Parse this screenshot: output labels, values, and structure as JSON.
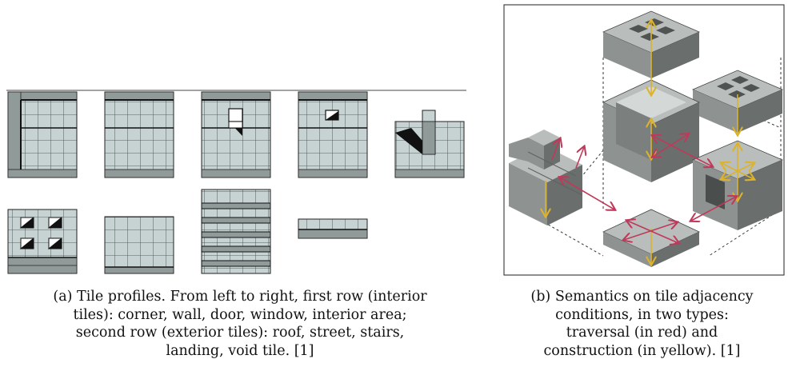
{
  "figure": {
    "panel_a": {
      "caption_lines": [
        "(a) Tile profiles. From left to right, first row (interior",
        "tiles): corner, wall, door, window, interior area;",
        "second row (exterior tiles): roof, street, stairs,",
        "landing, void tile. [1]"
      ],
      "tiles_row1": [
        "corner",
        "wall",
        "door",
        "window",
        "interior area"
      ],
      "tiles_row2": [
        "roof",
        "street",
        "stairs",
        "landing",
        "void tile"
      ]
    },
    "panel_b": {
      "caption_lines": [
        "(b) Semantics on tile adjacency",
        "conditions, in two types:",
        "traversal (in red) and",
        "construction (in yellow). [1]"
      ],
      "traversal_color": "#c0395a",
      "construction_color": "#dcb32a"
    }
  },
  "colors": {
    "tile_fill": "#c7d3d2",
    "tile_dark": "#8f9a99",
    "tile_line": "#2b2b2b",
    "block_top": "#b9bebd",
    "block_left": "#8e9392",
    "block_right": "#6a6f6e"
  }
}
